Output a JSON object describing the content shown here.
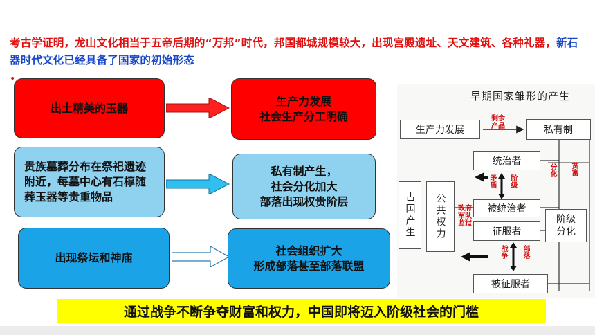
{
  "intro": {
    "red_text": "考古学证明，龙山文化相当于五帝后期的“万邦”时代，邦国都城规模较大，出现宫殿遗址、天文建筑、各种礼器，",
    "blue_text": "新石器时代文化已经具备了国家的初始形态"
  },
  "rows": [
    {
      "left": "出土精美的玉器",
      "right_lines": [
        "生产力发展",
        "社会生产分工明确"
      ]
    },
    {
      "left": "贵族墓葬分布在祭祀遗迹附近，每墓中心有石椁随葬玉器等贵重物品",
      "right_lines": [
        "私有制产生，",
        "社会分化加大",
        "部落出现权贵阶层"
      ]
    },
    {
      "left": "出现祭坛和神庙",
      "right_lines": [
        "社会组织扩大",
        "形成部落甚至部落联盟"
      ]
    }
  ],
  "diagram": {
    "title": "早期国家雏形的产生",
    "productivity": "生产力发展",
    "surplus": [
      "剩余",
      "产品"
    ],
    "private": "私有制",
    "ruler": "统治者",
    "ruled": "被统治者",
    "conqueror": "征服者",
    "conquered": "被征服者",
    "public_power": "公共权力",
    "ancient_state": "古国产生",
    "class_division": "阶级分化",
    "conflict": "矛盾",
    "class": "阶级",
    "government": [
      "政府",
      "军队",
      "监狱"
    ],
    "war": "战争",
    "tribe": "部落",
    "divide": "分化",
    "rich_poor": "贫富"
  },
  "conclusion": "通过战争不断争夺财富和权力，中国即将迈入阶级社会的门槛",
  "colors": {
    "red": "#ff0000",
    "light_blue": "#8fd2f0",
    "blue": "#1aa3e6",
    "banner": "#ffff00",
    "text_red": "#e01010",
    "text_blue": "#1848c8"
  }
}
